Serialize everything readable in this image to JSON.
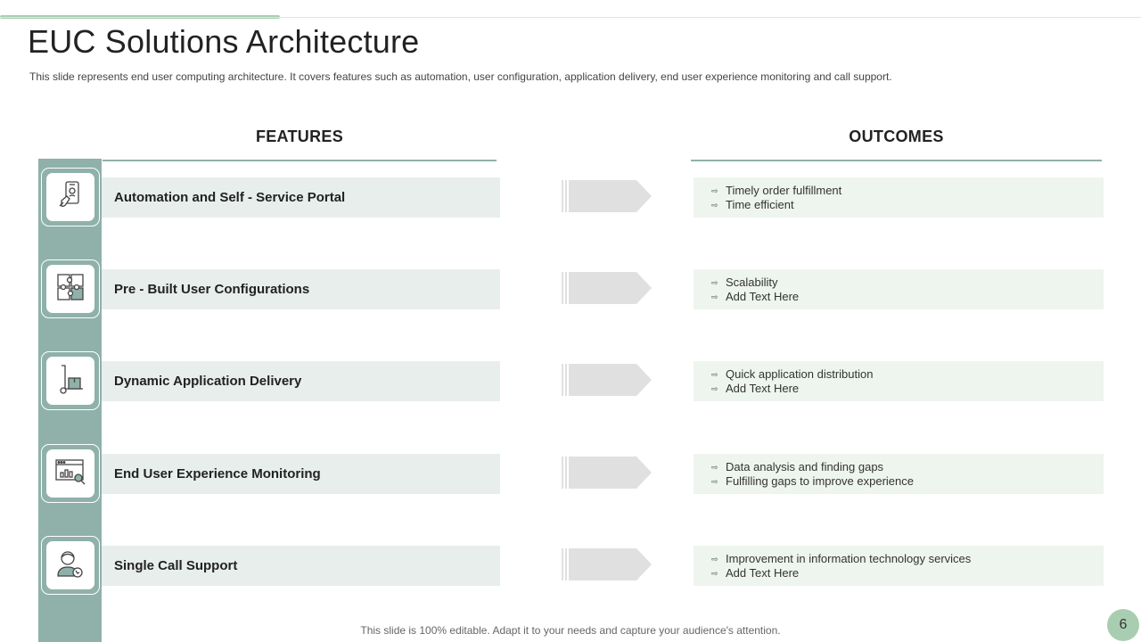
{
  "slide": {
    "title": "EUC Solutions Architecture",
    "subtitle": "This slide represents end user computing architecture. It covers features such as automation, user configuration, application delivery, end user experience monitoring and call support.",
    "features_heading": "FEATURES",
    "outcomes_heading": "OUTCOMES",
    "footer": "This slide is 100% editable. Adapt it to your needs and capture your audience's attention.",
    "page_number": "6"
  },
  "rows": [
    {
      "icon": "phone-hand-icon",
      "feature": "Automation  and  Self - Service Portal",
      "outcomes": [
        "Timely  order  fulfillment",
        "Time  efficient"
      ]
    },
    {
      "icon": "puzzle-icon",
      "feature": "Pre - Built User Configurations",
      "outcomes": [
        "Scalability",
        "Add Text Here"
      ]
    },
    {
      "icon": "hand-truck-icon",
      "feature": "Dynamic  Application  Delivery",
      "outcomes": [
        "Quick application distribution",
        "Add Text Here"
      ]
    },
    {
      "icon": "monitor-analytics-icon",
      "feature": "End User Experience Monitoring",
      "outcomes": [
        "Data analysis and finding gaps",
        "Fulfilling gaps to improve  experience"
      ]
    },
    {
      "icon": "support-agent-icon",
      "feature": "Single Call Support",
      "outcomes": [
        "Improvement  in information technology services",
        "Add Text Here"
      ]
    }
  ],
  "colors": {
    "accent": "#8fb1a9",
    "accent_light": "#a9cdb0",
    "feature_bg": "#e8eeeb",
    "outcome_bg": "#eef5ee"
  }
}
